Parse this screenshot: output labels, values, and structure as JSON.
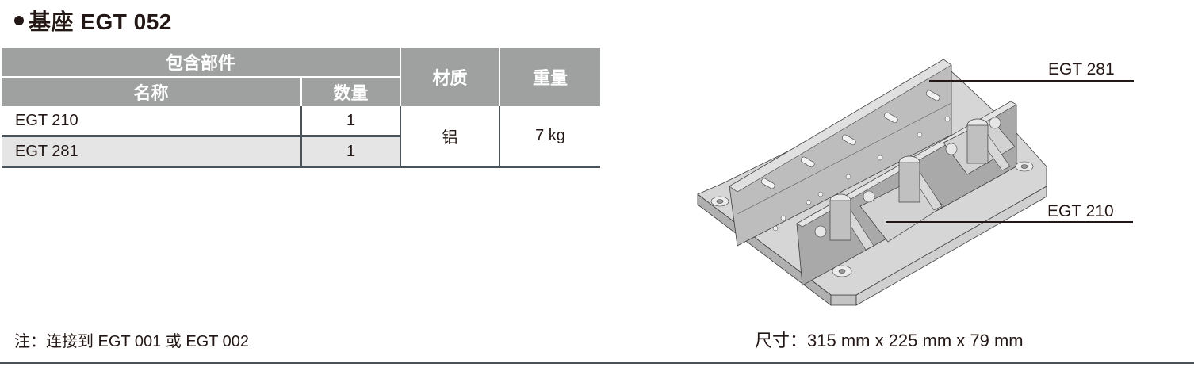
{
  "title": {
    "category": "基座",
    "model": "EGT 052"
  },
  "table": {
    "group_header": "包含部件",
    "headers": {
      "name": "名称",
      "qty": "数量",
      "material": "材质",
      "weight": "重量"
    },
    "rows": [
      {
        "name": "EGT 210",
        "qty": "1"
      },
      {
        "name": "EGT 281",
        "qty": "1"
      }
    ],
    "material": "铝",
    "weight": "7 kg"
  },
  "illustration": {
    "callouts": [
      {
        "label": "EGT 281"
      },
      {
        "label": "EGT 210"
      }
    ],
    "colors": {
      "body": "#c8c8c8",
      "dark": "#8f8f8f",
      "light": "#e2e2e2",
      "outline": "#3c3c3c"
    }
  },
  "note": "注：连接到 EGT 001 或 EGT 002",
  "dimensions": "尺寸：315 mm x 225 mm x 79 mm"
}
